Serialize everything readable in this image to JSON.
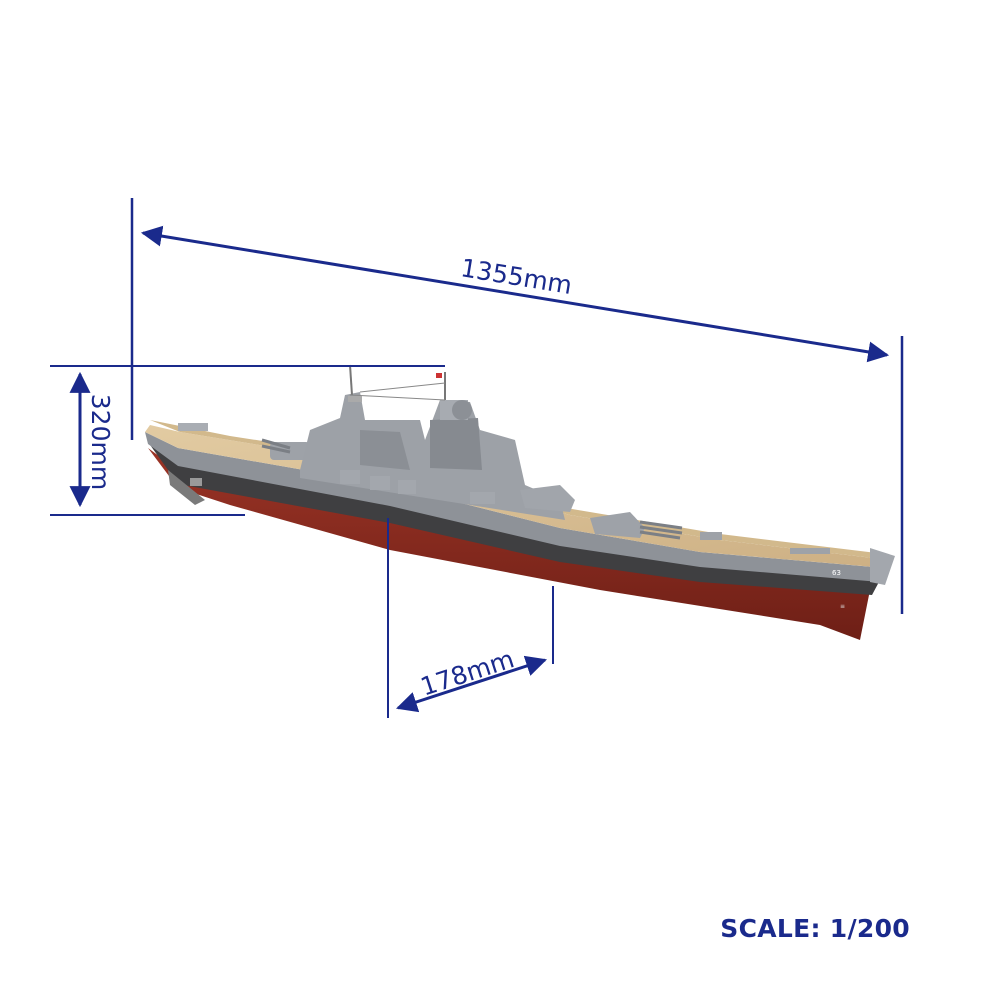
{
  "dimensions": {
    "length": "1355mm",
    "height": "320mm",
    "beam": "178mm"
  },
  "scale_label": "SCALE: 1/200",
  "hull_number": "63",
  "colors": {
    "dimension": "#1a2a8c",
    "hull_lower": "#8b2a1f",
    "hull_band": "#3e3e3e",
    "deck": "#d8bf94",
    "superstructure": "#9a9ea4"
  }
}
